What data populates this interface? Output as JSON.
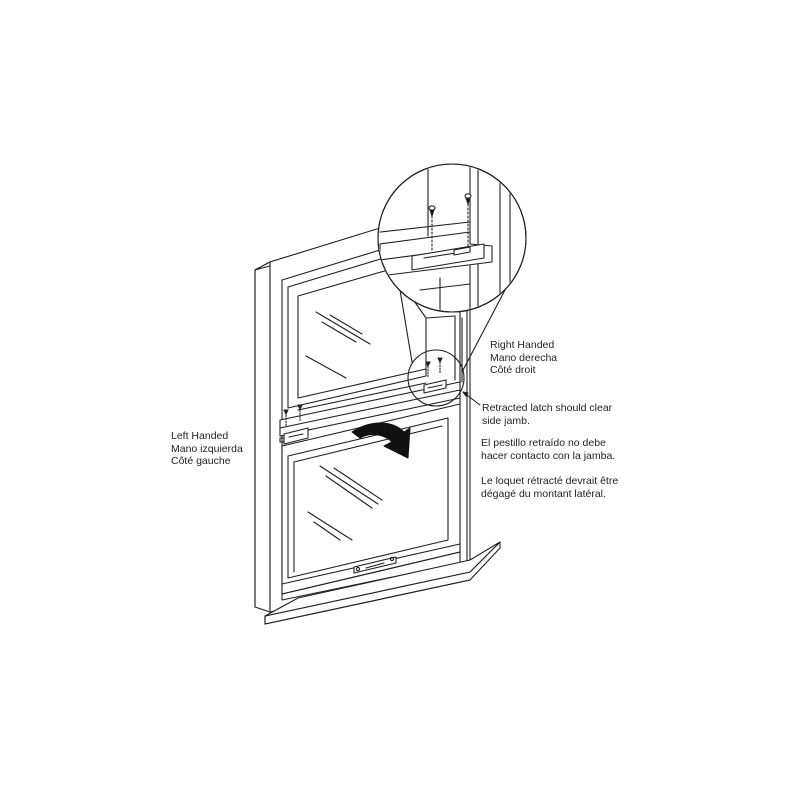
{
  "labels": {
    "right_handed": [
      "Right Handed",
      "Mano derecha",
      "Côté droit"
    ],
    "left_handed": [
      "Left Handed",
      "Mano izquierda",
      "Côté gauche"
    ]
  },
  "notes": {
    "en": [
      "Retracted latch should clear",
      "side jamb."
    ],
    "es": [
      "El pestillo retraído no debe",
      "hacer contacto con la jamba."
    ],
    "fr": [
      "Le loquet rétracté devrait être",
      "dégagé du montant latéral."
    ]
  },
  "colors": {
    "line": "#231f20",
    "background": "#ffffff",
    "arrow": "#111111"
  },
  "icons": [
    "screw-icon",
    "tilt-arrow-icon",
    "sash-lock-icon"
  ]
}
